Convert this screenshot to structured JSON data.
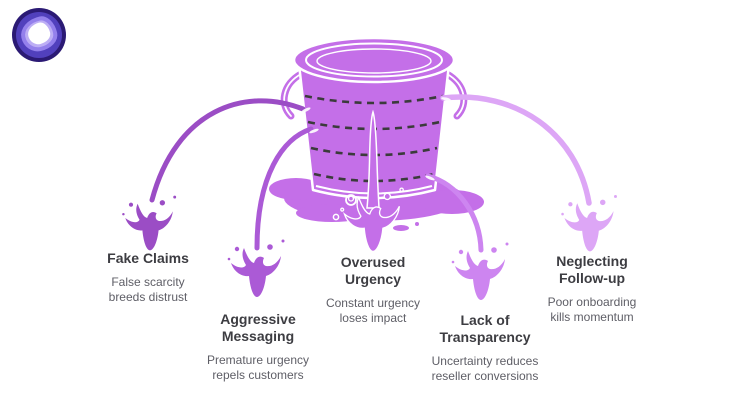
{
  "brand": {
    "logo_icon": "swirl-triangle-logo",
    "logo_colors": [
      "#2b1a74",
      "#5140bd",
      "#9480ec",
      "#bdaef5",
      "#ffffff"
    ]
  },
  "bucket": {
    "alt": "leaking-bucket",
    "color": "#c46fe8",
    "band_color": "#3b3b3b",
    "outline_color": "#ffffff"
  },
  "leaks": [
    {
      "title": "Fake Claims",
      "description": "False scarcity\nbreeds distrust",
      "color": "#9b4dc5"
    },
    {
      "title": "Aggressive\nMessaging",
      "description": "Premature urgency\nrepels customers",
      "color": "#ab5ad6"
    },
    {
      "title": "Overused\nUrgency",
      "description": "Constant urgency\nloses impact",
      "color": "#c46fe8"
    },
    {
      "title": "Lack of\nTransparency",
      "description": "Uncertainty reduces\nreseller conversions",
      "color": "#cd85f0"
    },
    {
      "title": "Neglecting\nFollow-up",
      "description": "Poor onboarding\nkills momentum",
      "color": "#dda6f6"
    }
  ],
  "text_colors": {
    "title": "#3d3d42",
    "description": "#5e5e66"
  }
}
